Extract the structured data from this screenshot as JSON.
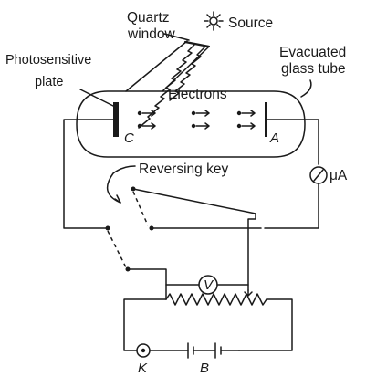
{
  "labels": {
    "quartz_line1": "Quartz",
    "quartz_line2": "window",
    "source": "Source",
    "evacuated_line1": "Evacuated",
    "evacuated_line2": "glass tube",
    "photosensitive_line1": "Photosensitive",
    "photosensitive_line2": "plate",
    "electrons": "Electrons",
    "cathode": "C",
    "anode": "A",
    "microammeter": "μA",
    "reversing_key": "Reversing key",
    "voltmeter": "V",
    "key": "K",
    "battery": "B"
  },
  "colors": {
    "stroke": "#1a1a1a",
    "background": "#ffffff"
  }
}
